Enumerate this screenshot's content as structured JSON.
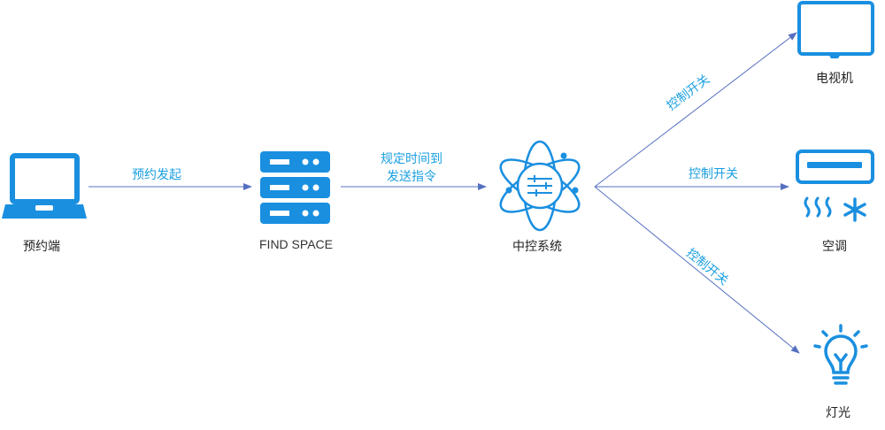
{
  "nodes": {
    "client": {
      "label": "预约端",
      "icon": "laptop-icon"
    },
    "server": {
      "label": "FIND SPACE",
      "icon": "server-icon"
    },
    "controller": {
      "label": "中控系统",
      "icon": "atom-icon"
    },
    "tv": {
      "label": "电视机",
      "icon": "monitor-icon"
    },
    "ac": {
      "label": "空调",
      "icon": "air-conditioner-icon"
    },
    "light": {
      "label": "灯光",
      "icon": "lightbulb-icon"
    }
  },
  "edges": {
    "client_server": {
      "label": "预约发起"
    },
    "server_controller": {
      "line1": "规定时间到",
      "line2": "发送指令"
    },
    "controller_tv": {
      "label": "控制开关"
    },
    "controller_ac": {
      "label": "控制开关"
    },
    "controller_light": {
      "label": "控制开关"
    }
  },
  "colors": {
    "icon_blue": "#1a8fe0",
    "line": "#5570c0",
    "edge_text": "#1a9fe0"
  }
}
